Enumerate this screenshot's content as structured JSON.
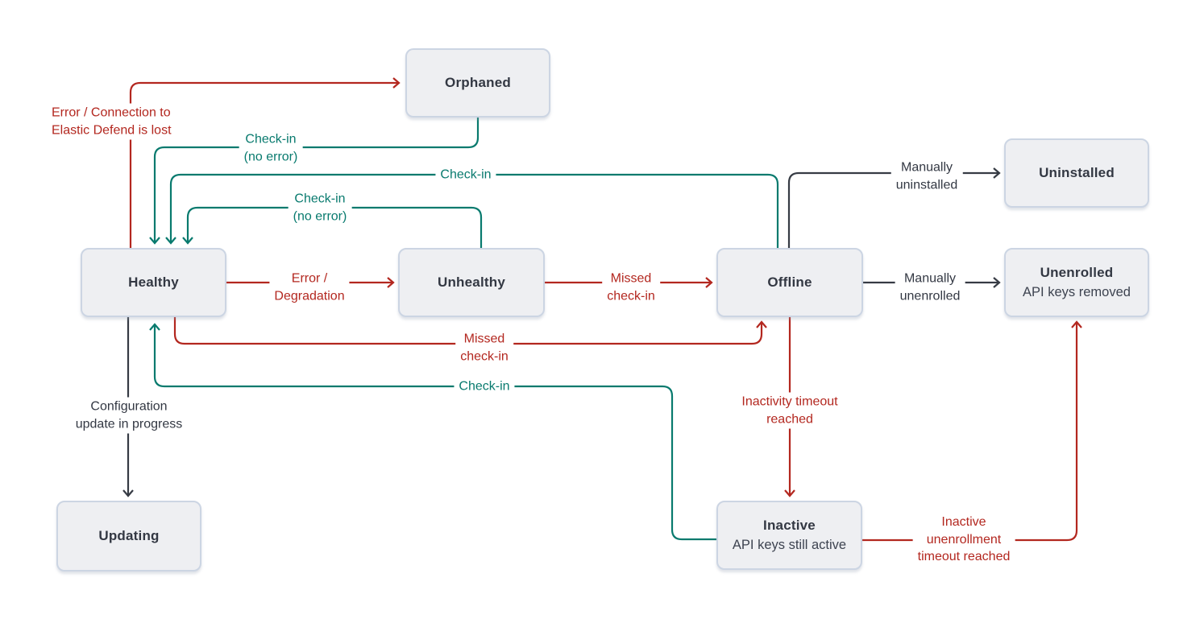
{
  "diagram": {
    "colors": {
      "error": "#b3271f",
      "success": "#087a6e",
      "neutral": "#363b44",
      "node_fill": "#eeeff2",
      "node_border": "#ccd5e3"
    },
    "nodes": {
      "orphaned": {
        "label": "Orphaned"
      },
      "uninstalled": {
        "label": "Uninstalled"
      },
      "healthy": {
        "label": "Healthy"
      },
      "unhealthy": {
        "label": "Unhealthy"
      },
      "offline": {
        "label": "Offline"
      },
      "unenrolled": {
        "label": "Unenrolled",
        "sublabel": "API keys removed"
      },
      "updating": {
        "label": "Updating"
      },
      "inactive": {
        "label": "Inactive",
        "sublabel": "API keys still active"
      }
    },
    "edges": {
      "healthy_to_orphaned": {
        "label": "Error / Connection to\nElastic Defend is lost"
      },
      "orphaned_to_healthy": {
        "label": "Check-in\n(no error)"
      },
      "offline_to_healthy": {
        "label": "Check-in"
      },
      "unhealthy_to_healthy": {
        "label": "Check-in\n(no error)"
      },
      "healthy_to_unhealthy": {
        "label": "Error /\nDegradation"
      },
      "unhealthy_to_offline": {
        "label": "Missed\ncheck-in"
      },
      "offline_to_uninstalled": {
        "label": "Manually\nuninstalled"
      },
      "offline_to_unenrolled": {
        "label": "Manually\nunenrolled"
      },
      "healthy_to_offline": {
        "label": "Missed\ncheck-in"
      },
      "inactive_to_healthy": {
        "label": "Check-in"
      },
      "healthy_to_updating": {
        "label": "Configuration\nupdate in progress"
      },
      "offline_to_inactive": {
        "label": "Inactivity timeout\nreached"
      },
      "inactive_to_unenrolled": {
        "label": "Inactive\nunenrollment\ntimeout reached"
      }
    }
  }
}
